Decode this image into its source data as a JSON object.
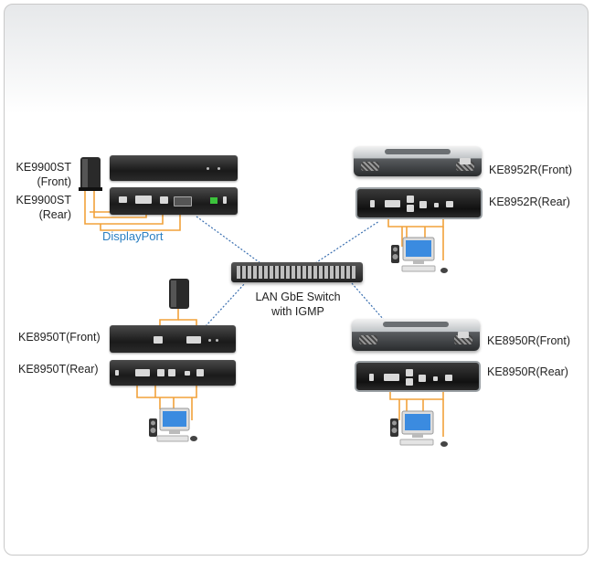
{
  "labels": {
    "ke9900st_front": "KE9900ST\n(Front)",
    "ke9900st_rear": "KE9900ST\n(Rear)",
    "displayport": "DisplayPort",
    "ke8952r_front": "KE8952R(Front)",
    "ke8952r_rear": "KE8952R(Rear)",
    "switch": "LAN GbE Switch\nwith IGMP",
    "ke8950t_front": "KE8950T(Front)",
    "ke8950t_rear": "KE8950T(Rear)",
    "ke8950r_front": "KE8950R(Front)",
    "ke8950r_rear": "KE8950R(Rear)"
  },
  "colors": {
    "cable_orange": "#f2a23a",
    "lan_blue": "#3a6fb0",
    "accent_blue": "#2a7fc1"
  },
  "icons": [
    "pc-tower-icon",
    "monitor-icon",
    "speaker-icon",
    "keyboard-icon",
    "mouse-icon",
    "network-switch-icon"
  ]
}
